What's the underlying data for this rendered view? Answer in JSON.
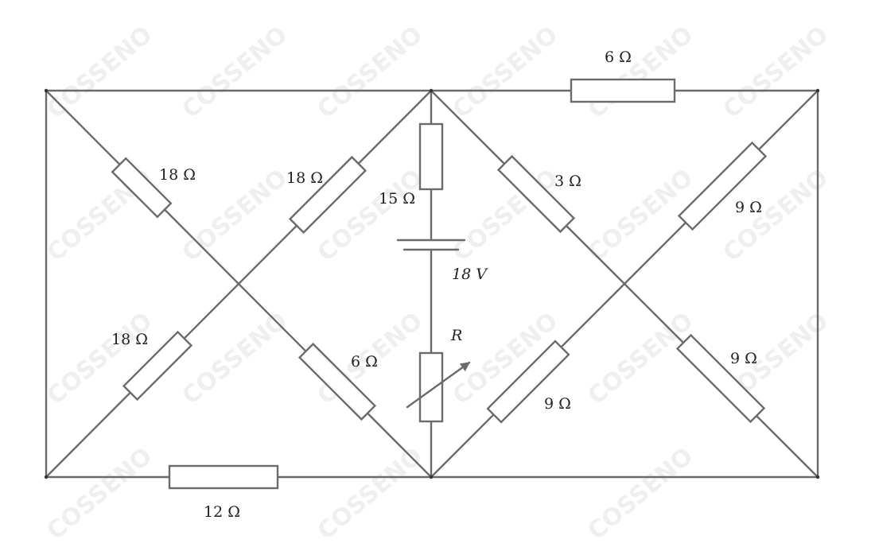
{
  "watermark": "COSSENO",
  "colors": {
    "wire": "#6b6b6b",
    "text": "#222222",
    "watermark": "#dddddd"
  },
  "labels": {
    "r_top": "6 Ω",
    "r_left_tl": "18 Ω",
    "r_left_tr": "18 Ω",
    "r_left_bl": "18 Ω",
    "r_left_br": "6 Ω",
    "r_bottom": "12 Ω",
    "r_mid": "15 Ω",
    "battery": "18 V",
    "variable": "R",
    "r_right_tl": "3 Ω",
    "r_right_tr": "9 Ω",
    "r_right_bl": "9 Ω",
    "r_right_br": "9 Ω"
  }
}
